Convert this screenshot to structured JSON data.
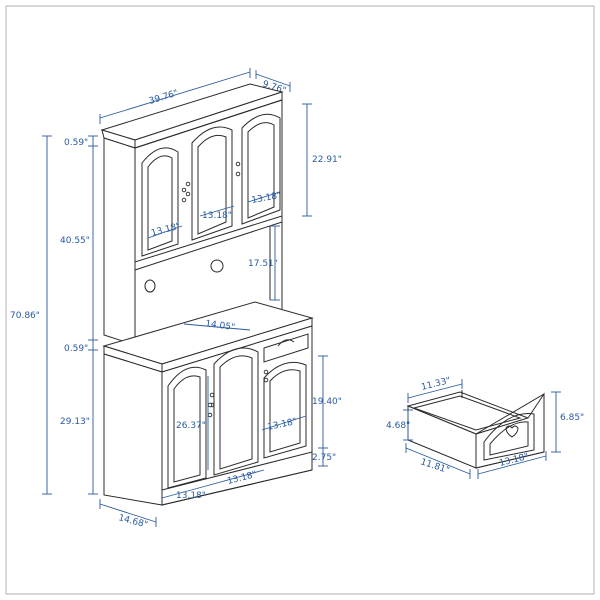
{
  "colors": {
    "outline": "#2b2b2b",
    "dimension": "#2a5aa0",
    "background": "#ffffff"
  },
  "dimensions": {
    "top_width": "39.76\"",
    "top_depth": "9.76\"",
    "top_trim": "0.59\"",
    "upper_height": "40.55\"",
    "total_height": "70.86\"",
    "mid_trim": "0.59\"",
    "lower_height": "29.13\"",
    "upper_door_height": "22.91\"",
    "upper_door_left_width": "13.18\"",
    "upper_door_mid_width": "13.18\"",
    "upper_door_right_width": "13.18\"",
    "hutch_open_height": "17.51\"",
    "counter_depth": "14.05\"",
    "lower_door_height": "26.37\"",
    "lower_right_door_width": "13.18\"",
    "lower_cabinet_height": "19.40\"",
    "base_height": "2.75\"",
    "lower_door_left_width": "13.18\"",
    "lower_door_mid_width": "13.18\"",
    "base_depth": "14.68\"",
    "drawer_inner_width": "11.33\"",
    "drawer_inner_height": "4.68\"",
    "drawer_depth": "11.81\"",
    "drawer_front_width": "13.18\"",
    "drawer_front_height": "6.85\""
  }
}
